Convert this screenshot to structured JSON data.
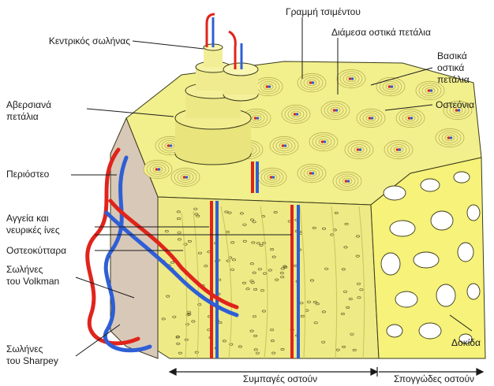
{
  "labels": {
    "central_canal": "Κεντρικός σωλήνας",
    "cement_line": "Γραμμή τσιμέντου",
    "interstitial_lamellae": "Διάμεσα οστικά πετάλια",
    "basic_lamellae_1": "Βασικά",
    "basic_lamellae_2": "οστικά",
    "basic_lamellae_3": "πετάλια",
    "osteons": "Οστεόνια",
    "haversian_lamellae_1": "Αβερσιανά",
    "haversian_lamellae_2": "πετάλια",
    "periosteum": "Περιόστεο",
    "vessels_nerves_1": "Αγγεία και",
    "vessels_nerves_2": "νευρικές ίνες",
    "osteocytes": "Οστεοκύτταρα",
    "volkmann_1": "Σωλήνες",
    "volkmann_2": "του Volkman",
    "sharpey_1": "Σωλήνες",
    "sharpey_2": "του Sharpey",
    "trabecula": "Δοκίδα",
    "compact_bone": "Συμπαγές οστούν",
    "spongy_bone": "Σπογγώδες οστούν"
  },
  "colors": {
    "bone": "#f2f08c",
    "bone_dark": "#dcd96a",
    "spongy": "#f6f27a",
    "artery": "#e0241b",
    "vein": "#2f5fd6",
    "outline": "#3a3a1a",
    "periosteum": "#d8c8b8"
  }
}
